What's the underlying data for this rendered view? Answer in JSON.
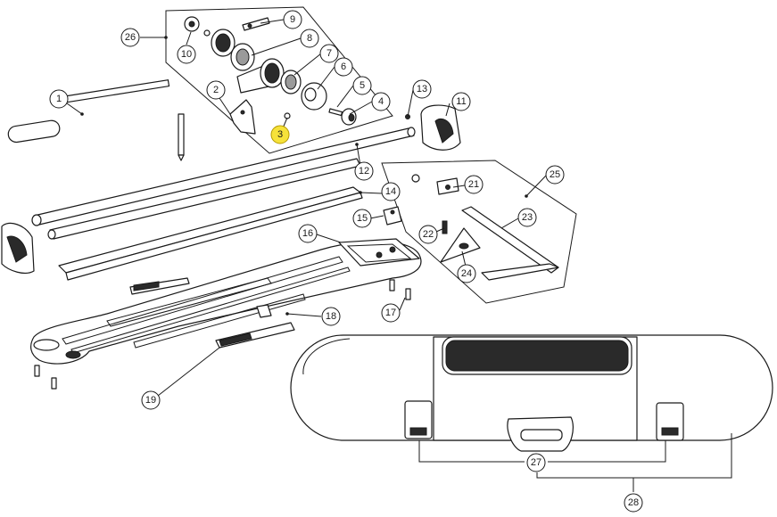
{
  "colors": {
    "line": "#1a1a1a",
    "background": "#ffffff",
    "highlight": "#f6e23a"
  },
  "callouts": [
    {
      "label": "1"
    },
    {
      "label": "2"
    },
    {
      "label": "3",
      "highlighted": true
    },
    {
      "label": "4"
    },
    {
      "label": "5"
    },
    {
      "label": "6"
    },
    {
      "label": "7"
    },
    {
      "label": "8"
    },
    {
      "label": "9"
    },
    {
      "label": "10"
    },
    {
      "label": "11"
    },
    {
      "label": "12"
    },
    {
      "label": "13"
    },
    {
      "label": "14"
    },
    {
      "label": "15"
    },
    {
      "label": "16"
    },
    {
      "label": "17"
    },
    {
      "label": "18"
    },
    {
      "label": "19"
    },
    {
      "label": "21"
    },
    {
      "label": "22"
    },
    {
      "label": "23"
    },
    {
      "label": "24"
    },
    {
      "label": "25"
    },
    {
      "label": "26"
    },
    {
      "label": "27"
    },
    {
      "label": "28"
    }
  ]
}
